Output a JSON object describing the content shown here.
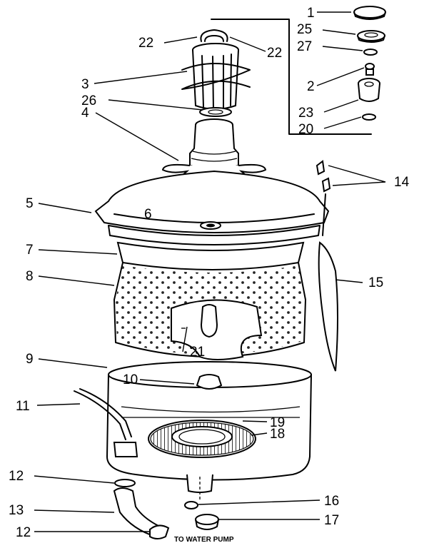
{
  "callouts": {
    "c1": "1",
    "c2": "2",
    "c3": "3",
    "c4": "4",
    "c5": "5",
    "c6": "6",
    "c7": "7",
    "c8": "8",
    "c9": "9",
    "c10": "10",
    "c11": "11",
    "c12a": "12",
    "c12b": "12",
    "c13": "13",
    "c14": "14",
    "c15": "15",
    "c16": "16",
    "c17": "17",
    "c18": "18",
    "c19": "19",
    "c20": "20",
    "c21": "21",
    "c22a": "22",
    "c22b": "22",
    "c23": "23",
    "c25": "25",
    "c26": "26",
    "c27": "27"
  },
  "caption": "TO WATER PUMP"
}
